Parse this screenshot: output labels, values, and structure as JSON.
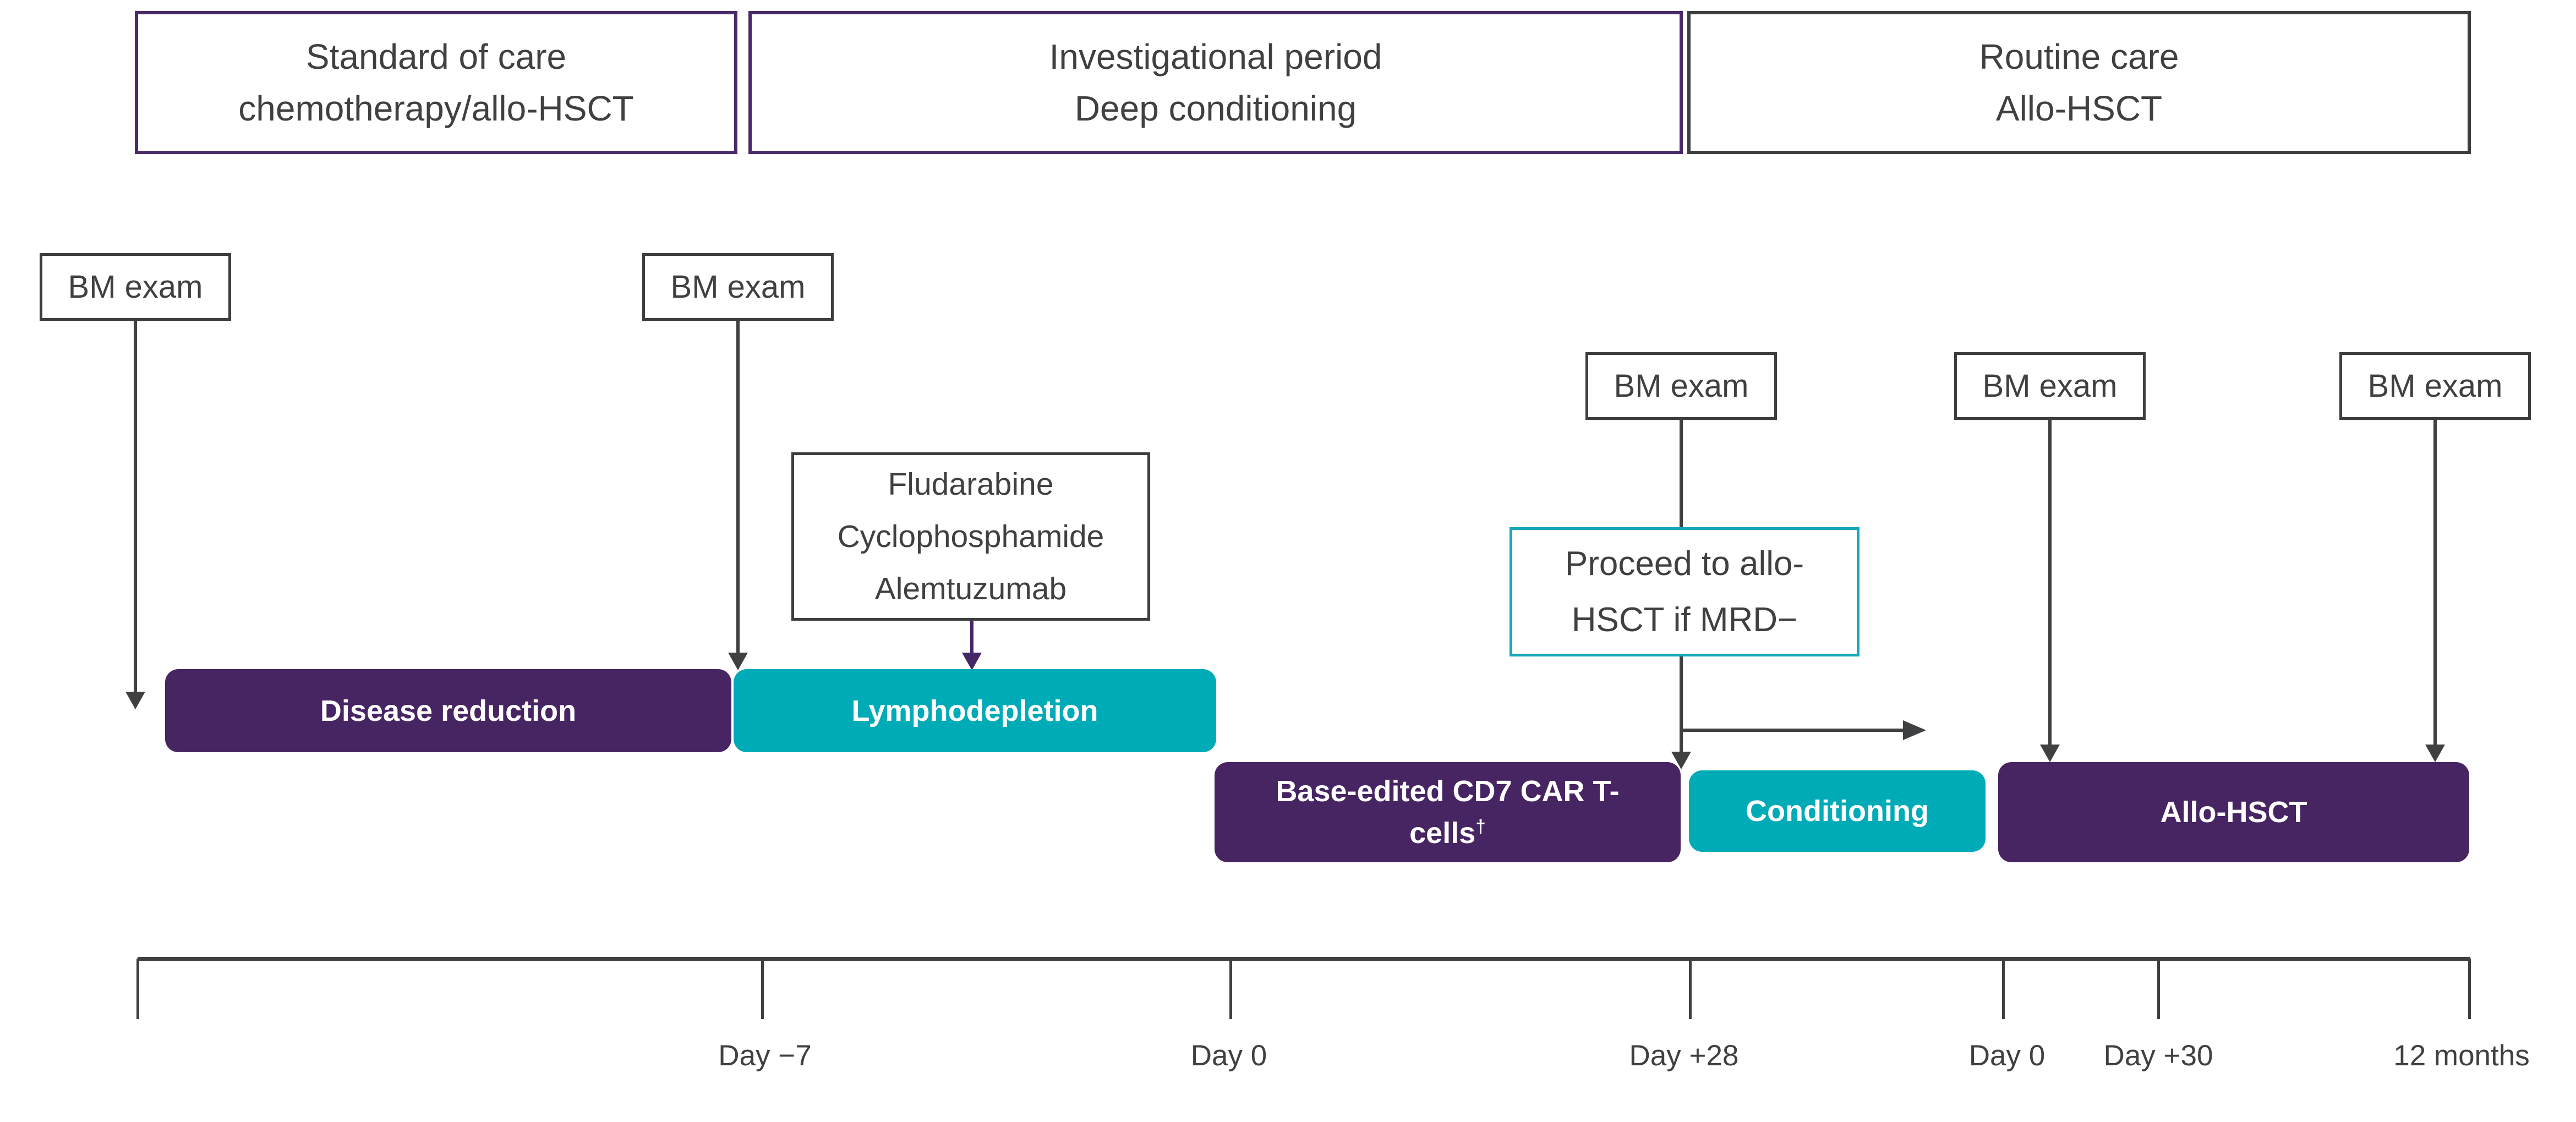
{
  "phase_headers": [
    {
      "line1": "Standard of care",
      "line2": "chemotherapy/allo-HSCT"
    },
    {
      "line1": "Investigational period",
      "line2": "Deep conditioning"
    },
    {
      "line1": "Routine care",
      "line2": "Allo-HSCT"
    }
  ],
  "bm_exam_label": "BM exam",
  "lymphodepletion_drugs": {
    "line1": "Fludarabine",
    "line2": "Cyclophosphamide",
    "line3": "Alemtuzumab"
  },
  "proceed_note": {
    "line1": "Proceed to allo-",
    "line2": "HSCT if MRD−"
  },
  "bars": {
    "disease_reduction": "Disease reduction",
    "lymphodepletion": "Lymphodepletion",
    "car_t_line1": "Base-edited CD7 CAR T-",
    "car_t_line2": "cells",
    "car_t_superscript": "†",
    "conditioning": "Conditioning",
    "allo_hsct": "Allo-HSCT"
  },
  "timeline": {
    "tick_labels": [
      "Day −7",
      "Day 0",
      "Day +28",
      "Day 0",
      "Day +30",
      "12 months"
    ]
  },
  "colors": {
    "purple_border": "#4b2a6a",
    "purple_fill": "#472563",
    "teal_fill": "#00abb8",
    "proceed_border": "#16a8ba",
    "charcoal": "#3d3e40",
    "text_gray": "#404040",
    "arrow_gray": "#3f4041",
    "arrow_purple": "#452766"
  }
}
